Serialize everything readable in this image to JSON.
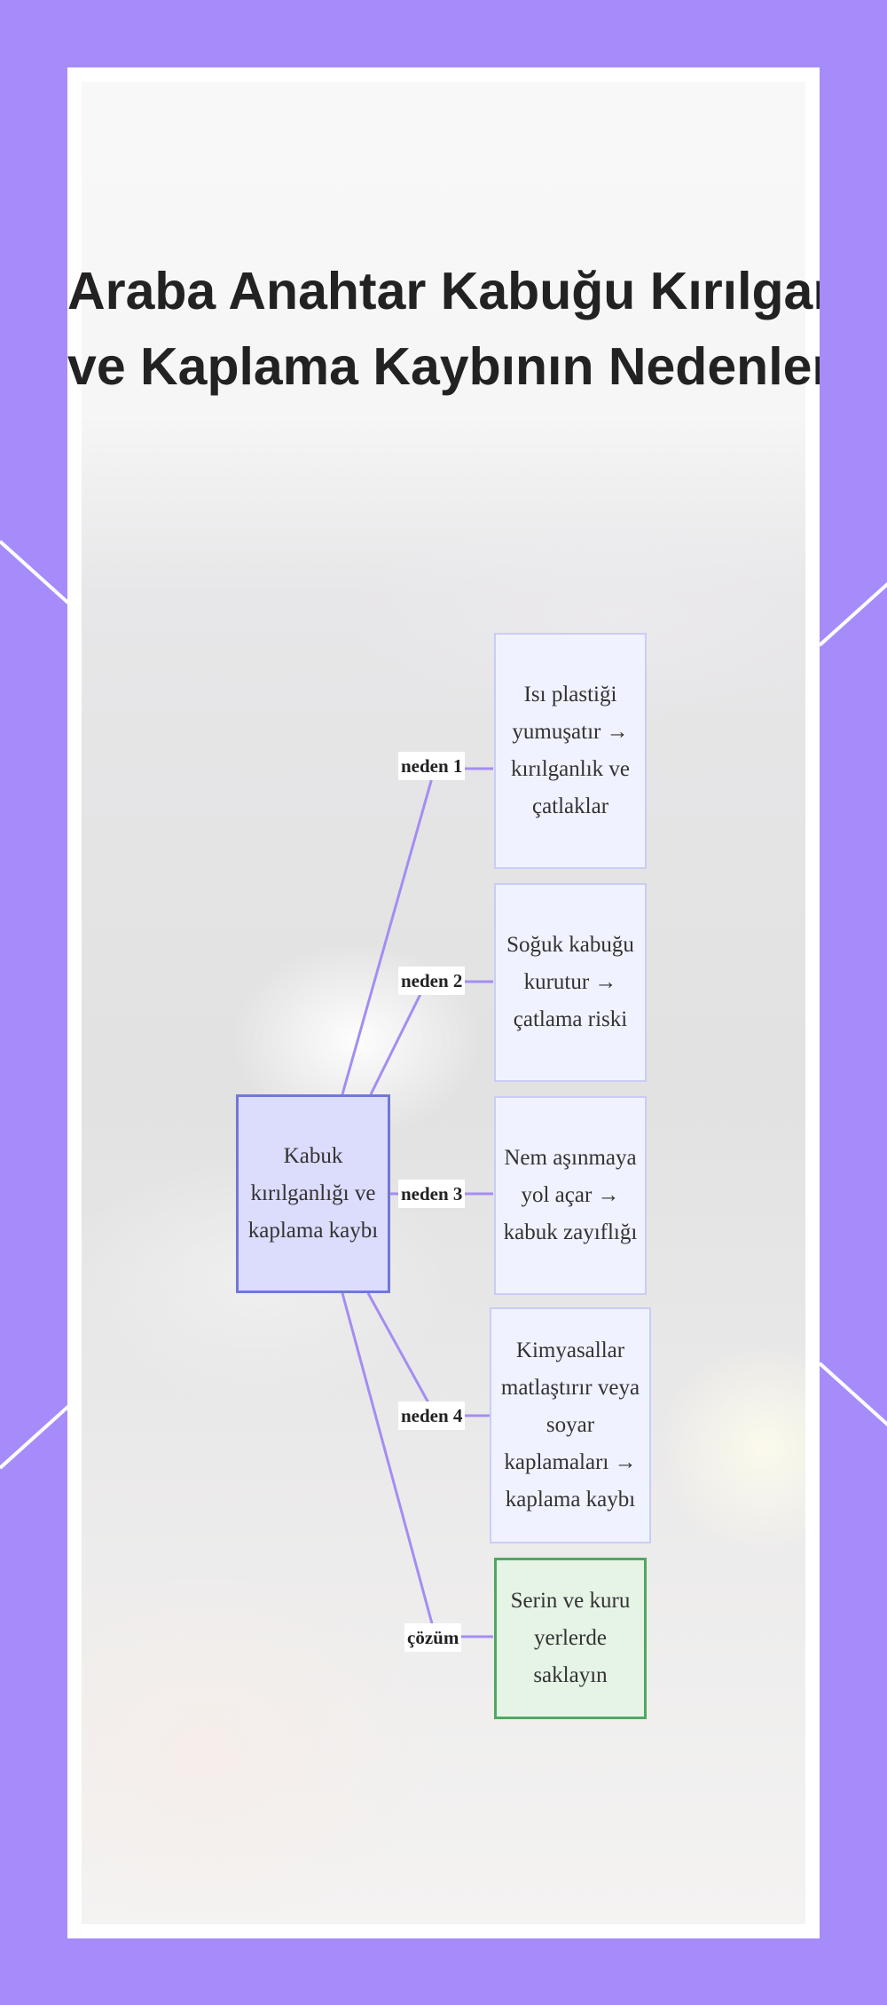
{
  "title": {
    "line1": "Araba Anahtar Kabuğu Kırılganlığı",
    "line2": "ve Kaplama Kaybının Nedenleri"
  },
  "diagram": {
    "center": "Kabuk kırılganlığı ve kaplama kaybı",
    "branches": [
      {
        "label": "neden 1",
        "text": "Isı plastiği yumuşatır → kırılganlık ve çatlaklar"
      },
      {
        "label": "neden 2",
        "text": "Soğuk kabuğu kurutur → çatlama riski"
      },
      {
        "label": "neden 3",
        "text": "Nem aşınmaya yol açar → kabuk zayıflığı"
      },
      {
        "label": "neden 4",
        "text": "Kimyasallar matlaştırır veya soyar kaplamaları → kaplama kaybı"
      },
      {
        "label": "çözüm",
        "text": "Serin ve kuru yerlerde saklayın"
      }
    ]
  },
  "colors": {
    "frame": "#a68cfb",
    "edge": "#a48df2",
    "center_fill": "#dcdcfd",
    "center_border": "#7078d6",
    "cause_fill": "#f0f2ff",
    "cause_border": "#c9cdf6",
    "solution_fill": "#e6f4e6",
    "solution_border": "#4fa862"
  }
}
